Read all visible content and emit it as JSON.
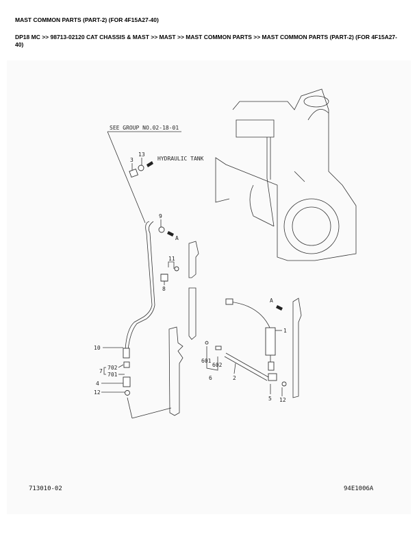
{
  "page": {
    "title": "MAST COMMON PARTS (PART-2) (FOR 4F15A27-40)",
    "breadcrumb": "DP18 MC >> 98713-02120 CAT CHASSIS & MAST >> MAST >> MAST COMMON PARTS >> MAST COMMON PARTS (PART-2) (FOR 4F15A27-40)"
  },
  "diagram": {
    "see_group": "SEE GROUP NO.02-18-01",
    "hydraulic_tank": "HYDRAULIC TANK",
    "arrow_a_1": "A",
    "arrow_a_2": "A",
    "drawing_no_left": "713010-02",
    "drawing_no_right": "94E1006A",
    "callouts": {
      "c1": "1",
      "c2": "2",
      "c3": "3",
      "c4": "4",
      "c5": "5",
      "c6": "6",
      "c7": "7",
      "c8": "8",
      "c9": "9",
      "c10": "10",
      "c11": "11",
      "c12a": "12",
      "c12b": "12",
      "c13": "13",
      "c601": "601",
      "c602": "602",
      "c701": "701",
      "c702": "702"
    }
  }
}
